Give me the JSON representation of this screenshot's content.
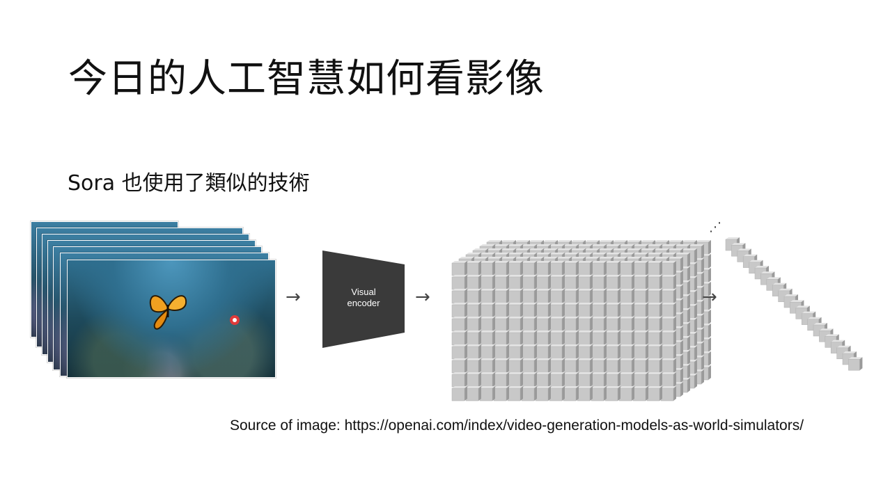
{
  "slide": {
    "title": "今日的人工智慧如何看影像",
    "subtitle": "Sora 也使用了類似的技術",
    "source": "Source of image: https://openai.com/index/video-generation-models-as-world-simulators/"
  },
  "diagram": {
    "encoder": {
      "line1": "Visual",
      "line2": "encoder"
    },
    "arrows": [
      "→",
      "→",
      "→"
    ],
    "ellipsis": "⋰",
    "cube": {
      "rows": 10,
      "cols": 16,
      "depth": 6
    },
    "token_chain": {
      "count": 22
    },
    "colors": {
      "encoder": "#3a3a3a",
      "cube_front": "#c8c8c8",
      "cube_top": "#e4e4e4",
      "cube_side": "#9a9a9a",
      "butterfly": "#f0a020"
    }
  }
}
